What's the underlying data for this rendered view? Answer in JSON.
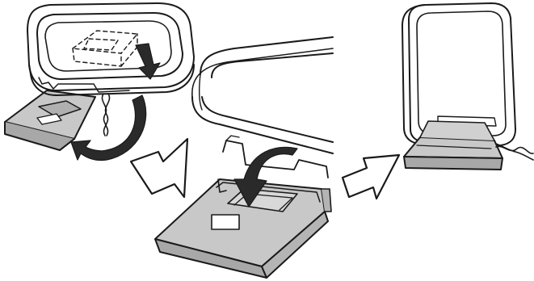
{
  "diagram": {
    "type": "assembly-instructions",
    "steps": [
      {
        "id": "step-1",
        "illustration": "loop-antenna-frame-unfolded-with-stand-swinging-out"
      },
      {
        "id": "step-2",
        "illustration": "frame-pushed-down-into-stand-slot"
      },
      {
        "id": "step-3",
        "illustration": "assembled-loop-antenna-standing-upright-with-cord"
      }
    ],
    "arrows": [
      {
        "id": "arrow-step1-to-step2",
        "icon": "right-arrow-icon"
      },
      {
        "id": "arrow-step2-to-step3",
        "icon": "right-arrow-icon"
      }
    ],
    "colors": {
      "outline": "#1a1a1a",
      "stand_fill": "#c8c8c8",
      "stand_fill_dark": "#a8a8a8",
      "frame_fill": "#ffffff",
      "hint_arrow_fill": "#2a2a2a",
      "background": "#ffffff"
    }
  }
}
